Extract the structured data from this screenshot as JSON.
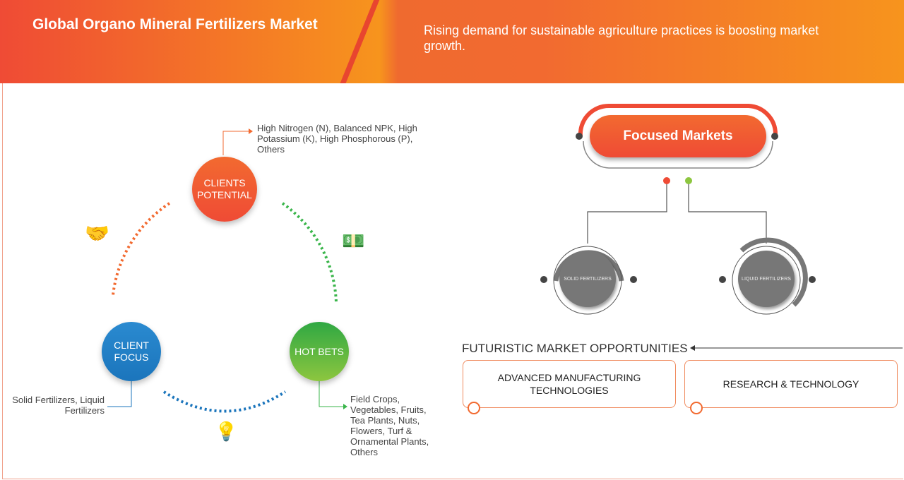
{
  "header": {
    "title": "Global Organo Mineral Fertilizers Market",
    "subtitle": "Rising demand for sustainable agriculture practices is boosting market growth."
  },
  "cycle": {
    "clients_potential": {
      "label": "CLIENTS POTENTIAL",
      "note": "High Nitrogen (N), Balanced NPK, High Potassium (K), High Phosphorous (P), Others",
      "color": "#ef4b35"
    },
    "client_focus": {
      "label": "CLIENT FOCUS",
      "note": "Solid Fertilizers, Liquid Fertilizers",
      "color": "#1b75bc"
    },
    "hot_bets": {
      "label": "HOT BETS",
      "note": "Field Crops, Vegetables, Fruits, Tea Plants, Nuts, Flowers, Turf & Ornamental Plants, Others",
      "color": "#39b54a"
    }
  },
  "focused": {
    "title": "Focused Markets",
    "items": [
      "SOLID FERTILIZERS",
      "LIQUID FERTILIZERS"
    ]
  },
  "futuristic": {
    "title": "FUTURISTIC MARKET OPPORTUNITIES",
    "items": [
      "ADVANCED MANUFACTURING TECHNOLOGIES",
      "RESEARCH & TECHNOLOGY"
    ]
  }
}
